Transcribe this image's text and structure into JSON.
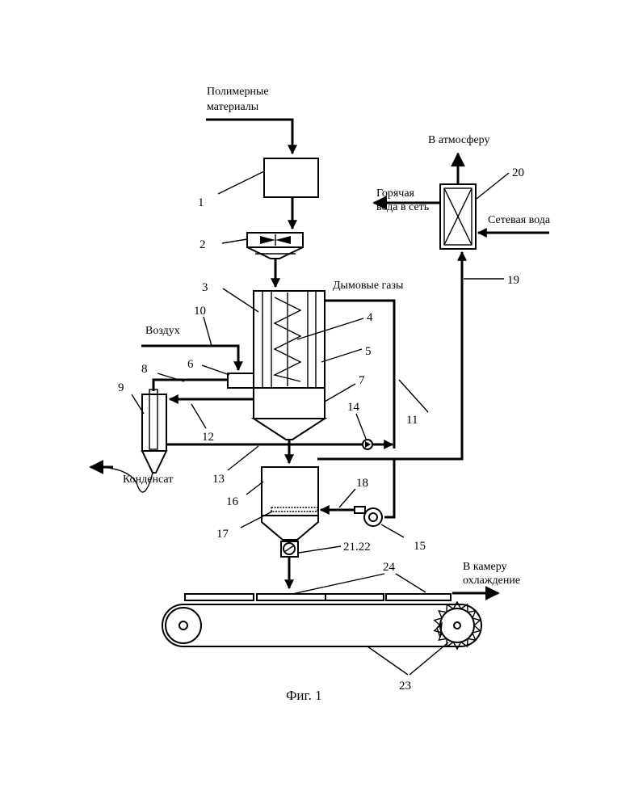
{
  "labels": {
    "polymer_line1": "Полимерные",
    "polymer_line2": "материалы",
    "atmosphere": "В атмосферу",
    "hot_water_line1": "Горячая",
    "hot_water_line2": "вода в сеть",
    "network_water": "Сетевая вода",
    "flue_gases": "Дымовые газы",
    "air": "Воздух",
    "condensate": "Конденсат",
    "to_chamber_line1": "В камеру",
    "to_chamber_line2": "охлаждение"
  },
  "numbers": {
    "n1": "1",
    "n2": "2",
    "n3": "3",
    "n4": "4",
    "n5": "5",
    "n6": "6",
    "n7": "7",
    "n8": "8",
    "n9": "9",
    "n10": "10",
    "n11": "11",
    "n12": "12",
    "n13": "13",
    "n14": "14",
    "n15": "15",
    "n16": "16",
    "n17": "17",
    "n18": "18",
    "n19": "19",
    "n20": "20",
    "n21_22": "21.22",
    "n23": "23",
    "n24": "24"
  },
  "caption": "Фиг. 1"
}
